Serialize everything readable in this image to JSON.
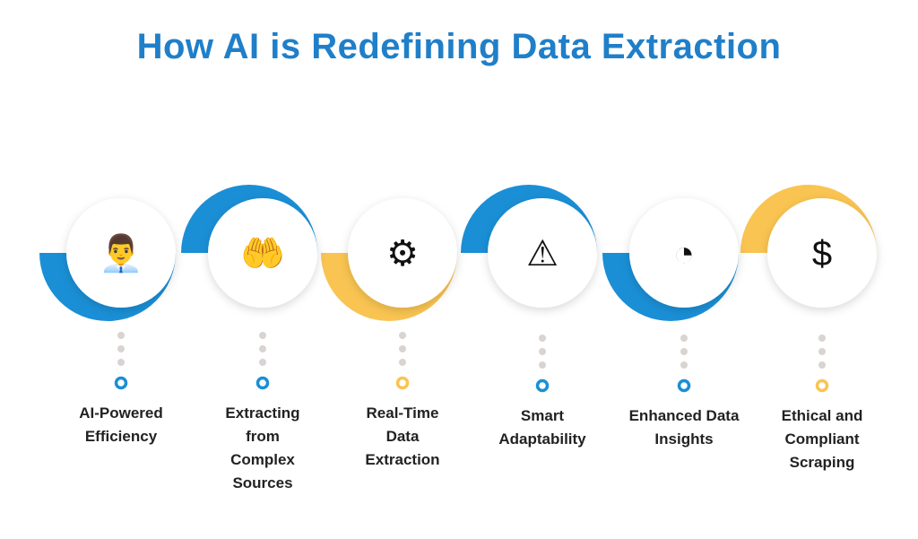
{
  "title": "How AI is Redefining Data Extraction",
  "colors": {
    "blue": "#1a8fd6",
    "yellow": "#f9c451",
    "title": "#1f7fc9",
    "dot": "#d9d4d1"
  },
  "steps": [
    {
      "label": "AI-Powered Efficiency",
      "icon": "employee-growth-icon",
      "arc_color": "blue",
      "arc_side": "bottom"
    },
    {
      "label": "Extracting from Complex Sources",
      "icon": "price-tag-hands-icon",
      "arc_color": "blue",
      "arc_side": "top"
    },
    {
      "label": "Real-Time Data Extraction",
      "icon": "gear-analytics-icon",
      "arc_color": "yellow",
      "arc_side": "bottom"
    },
    {
      "label": "Smart Adaptability",
      "icon": "adaptive-gear-warning-icon",
      "arc_color": "blue",
      "arc_side": "top"
    },
    {
      "label": "Enhanced Data Insights",
      "icon": "pie-segments-users-icon",
      "arc_color": "blue",
      "arc_side": "bottom"
    },
    {
      "label": "Ethical and Compliant Scraping",
      "icon": "dollar-percent-chart-icon",
      "arc_color": "yellow",
      "arc_side": "top"
    }
  ]
}
